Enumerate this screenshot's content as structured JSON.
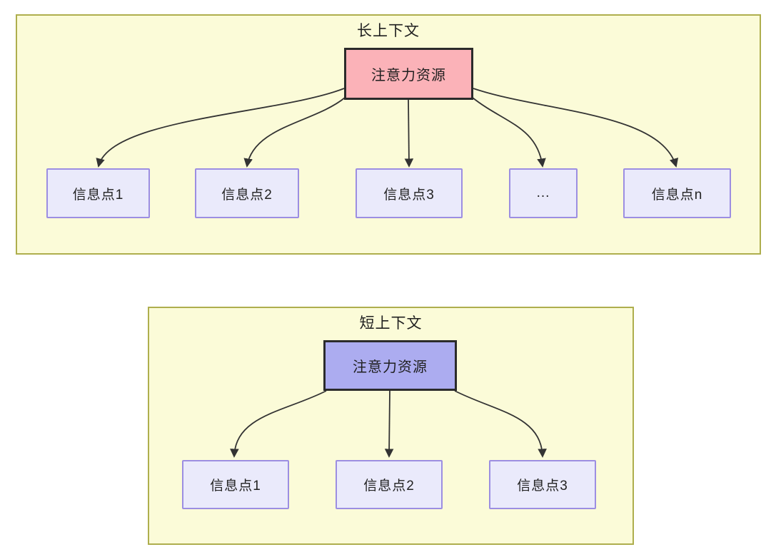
{
  "diagram": {
    "type": "attention-allocation-comparison",
    "colors": {
      "page_background": "#ffffff",
      "panel_fill": "#FBFBD8",
      "panel_border": "#AEAE4D",
      "info_node_fill": "#EAEAFB",
      "info_node_border": "#9C8EE2",
      "attention_long_fill": "#FBB2B8",
      "attention_short_fill": "#ACACF0",
      "attention_border": "#2B2B2B",
      "arrow": "#333333",
      "text": "#1f1f1f"
    },
    "panels": {
      "long": {
        "title": "长上下文",
        "attention_label": "注意力资源",
        "nodes": [
          "信息点1",
          "信息点2",
          "信息点3",
          "...",
          "信息点n"
        ]
      },
      "short": {
        "title": "短上下文",
        "attention_label": "注意力资源",
        "nodes": [
          "信息点1",
          "信息点2",
          "信息点3"
        ]
      }
    }
  }
}
